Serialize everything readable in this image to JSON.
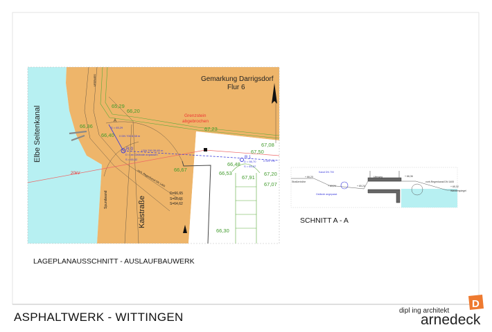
{
  "sheet": {
    "project_title": "ASPHALTWERK  -  WITTINGEN",
    "plan_caption": "LAGEPLANAUSSCHNITT  -  AUSLAUFBAUWERK",
    "section_caption": "SCHNITT A - A",
    "architect_line1": "dipl ing architekt",
    "architect_line2": "arnedeck",
    "logo_letter": "D"
  },
  "plan": {
    "district": "Gemarkung Darrigsdorf",
    "parcel": "Flur 6",
    "canal": "Elbe Seitenkanal",
    "street": "Kaistraße",
    "sheet_pile": "Spundwand",
    "path": "UFERWEG",
    "boundary_note_1": "Grenzstein",
    "boundary_note_2": "abgebrochen",
    "power_line": "20kV",
    "manhole_r0": "R 0",
    "manhole_r1": "R 1",
    "pipe_r0": "0 DN 700 8,38 m",
    "pipe_r0_r1": "I DN 700 35,83 m",
    "pipe_r1": "II DN 700",
    "r0_d": "D = an Gelände anpassen",
    "r0_s": "S = 65,32",
    "r0_top": "S = 65,29",
    "r1_d": "D = 66,70",
    "r1_s": "S = 65,37",
    "storm_sewer": "vorh. Regenkanal DN 1400",
    "ex_d": "D=66,65",
    "ex_s1": "S=66,66",
    "ex_s2": "S=64,62",
    "section_mark": "A",
    "levels": [
      "65,29",
      "66,20",
      "66,36",
      "66,40",
      "67,23",
      "67,08",
      "67,50",
      "66,48",
      "66,67",
      "66,53",
      "67,91",
      "67,20",
      "67,07",
      "66,30"
    ]
  },
  "section": {
    "lvl_left": "+ 66,20",
    "lvl_mid1": "+ 63,24",
    "lvl_mid2": "+ 65,24",
    "lvl_right": "+ 66,36",
    "lvl_far": "+ 65,32",
    "canal_label": "Kanal DN 700",
    "terrain_label": "Gelände angepasst",
    "path_label": "Uferweg",
    "sewer_label": "vorh.Regenkanal DN 1400",
    "water_label": "Wasserspiegel",
    "ground_label": "Straßenhöhe",
    "colors": {
      "water": "#b7f0f2",
      "land": "#eeb56a",
      "blue": "#3b3bdc",
      "green": "#3f9a2a",
      "red": "#ee3333"
    }
  }
}
